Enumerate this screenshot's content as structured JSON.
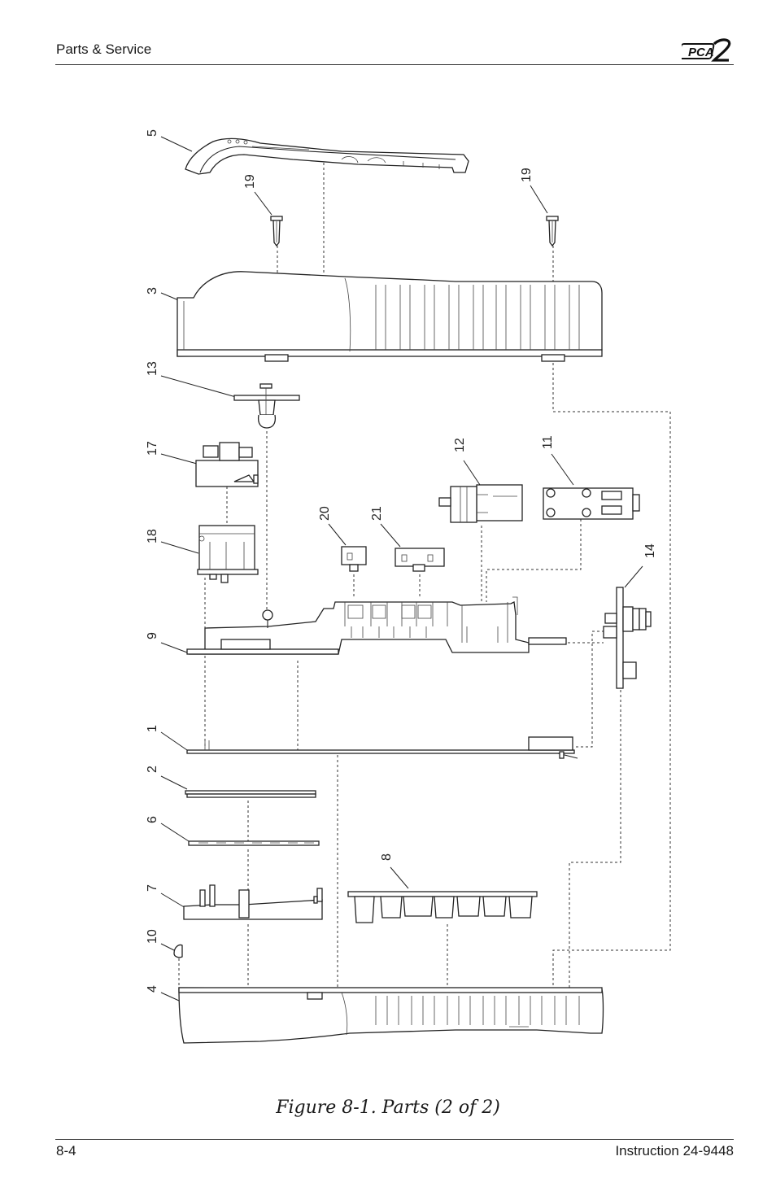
{
  "header": {
    "section": "Parts & Service",
    "logo_text": "PCA2"
  },
  "figure": {
    "caption": "Figure 8-1.  Parts (2 of 2)",
    "callouts": {
      "c5": "5",
      "c19a": "19",
      "c19b": "19",
      "c3": "3",
      "c13": "13",
      "c17": "17",
      "c18": "18",
      "c12": "12",
      "c11": "11",
      "c20": "20",
      "c21": "21",
      "c14": "14",
      "c9": "9",
      "c1": "1",
      "c2": "2",
      "c6": "6",
      "c8": "8",
      "c7": "7",
      "c10": "10",
      "c4": "4"
    }
  },
  "footer": {
    "page": "8-4",
    "doc": "Instruction 24-9448"
  }
}
